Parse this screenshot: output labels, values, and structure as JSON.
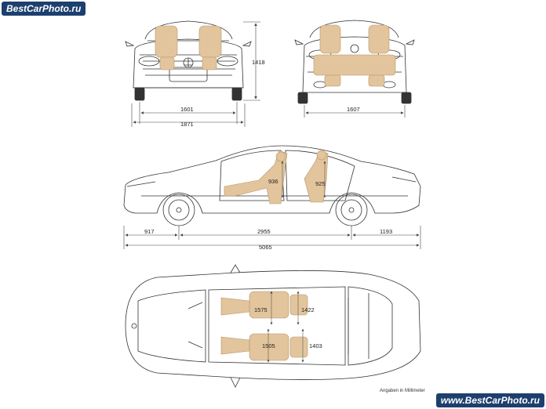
{
  "watermark": {
    "top": "BestCarPhoto.ru",
    "bottom": "www.BestCarPhoto.ru"
  },
  "dimensions": {
    "height": "1418",
    "front_track": "1601",
    "width": "1871",
    "rear_track": "1607",
    "front_overhang": "917",
    "wheelbase": "2955",
    "rear_overhang": "1193",
    "length": "5065",
    "front_headroom": "936",
    "rear_headroom": "925",
    "front_shoulder": "1575",
    "rear_shoulder": "1422",
    "front_hip": "1505",
    "rear_hip": "1403"
  },
  "note": "Angaben in Millimeter",
  "colors": {
    "line": "#333333",
    "seat": "#e2c59c",
    "seat_stroke": "#b8956a",
    "dim": "#444444"
  }
}
